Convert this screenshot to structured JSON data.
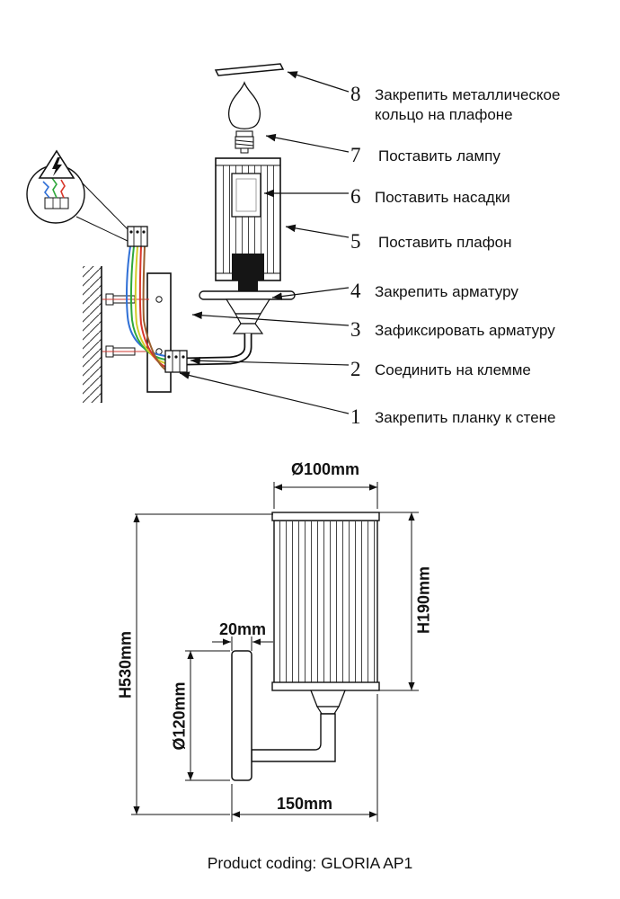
{
  "assembly": {
    "steps": [
      {
        "num": "8",
        "label": "Закрепить металлическое кольцо на плафоне"
      },
      {
        "num": "7",
        "label": "Поставить лампу"
      },
      {
        "num": "6",
        "label": "Поставить насадки"
      },
      {
        "num": "5",
        "label": "Поставить плафон"
      },
      {
        "num": "4",
        "label": "Закрепить арматуру"
      },
      {
        "num": "3",
        "label": "Зафиксировать арматуру"
      },
      {
        "num": "2",
        "label": "Соединить на клемме"
      },
      {
        "num": "1",
        "label": "Закрепить планку к стене"
      }
    ]
  },
  "dimensions": {
    "top_diameter": "Ø100mm",
    "shade_height": "H190mm",
    "total_height": "H530mm",
    "plate_thickness": "20mm",
    "plate_diameter": "Ø120mm",
    "depth": "150mm"
  },
  "footer": {
    "label": "Product coding: GLORIA AP1"
  },
  "colors": {
    "line": "#111111",
    "wire_blue": "#2f6fd6",
    "wire_green": "#2fa83c",
    "wire_yellow": "#d2cb2a",
    "wire_red": "#d8372b",
    "wire_brown": "#9a5f2e",
    "screw_axis_red": "#d03a30"
  }
}
